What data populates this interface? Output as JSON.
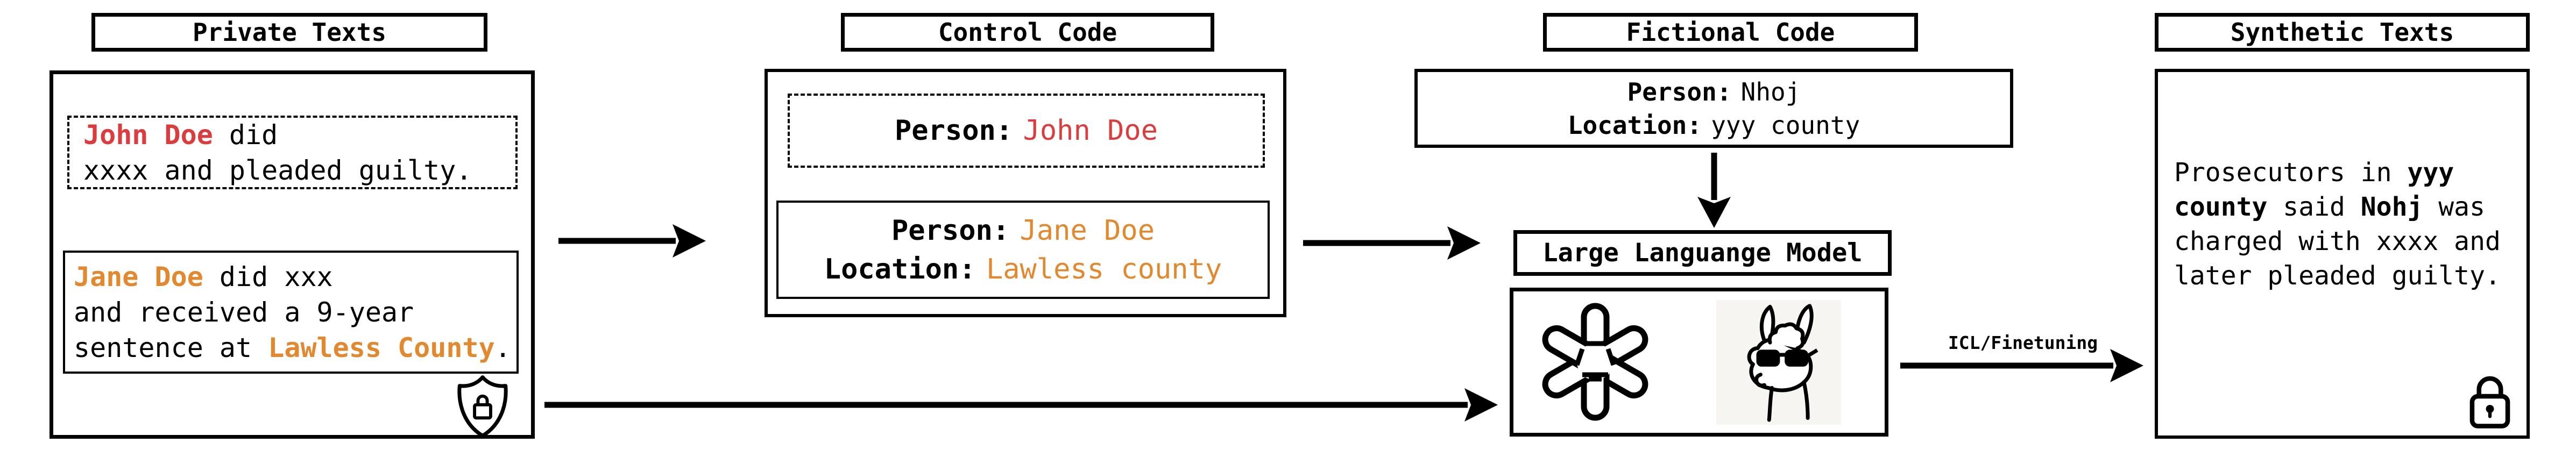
{
  "colors": {
    "accent_red": "#db3d3f",
    "accent_orange": "#e2882f",
    "ink": "#000000"
  },
  "private_texts": {
    "title": "Private Texts",
    "doc1": {
      "person": "John Doe",
      "line1_rest": " did",
      "line2": "xxxx and pleaded guilty."
    },
    "doc2": {
      "person": "Jane Doe",
      "line1_rest": " did xxx",
      "line2": "and received a 9-year",
      "line3_prefix": "sentence at ",
      "line3_highlight": "Lawless County",
      "line3_suffix": "."
    }
  },
  "control_code": {
    "title": "Control Code",
    "code1": {
      "person_label": "Person:",
      "person_value": "John Doe"
    },
    "code2": {
      "person_label": "Person:",
      "person_value": "Jane Doe",
      "location_label": "Location:",
      "location_value": "Lawless county"
    }
  },
  "fictional_code": {
    "title": "Fictional Code",
    "person_label": "Person:",
    "person_value": "Nhoj",
    "location_label": "Location:",
    "location_value": "yyy county"
  },
  "llm": {
    "label": "Large Languange Model",
    "icons": [
      "openai-logo-icon",
      "llama-sunglasses-icon"
    ]
  },
  "transfer_arrow": {
    "label": "ICL/Finetuning"
  },
  "synthetic_texts": {
    "title": "Synthetic Texts",
    "segments": [
      {
        "text": "Prosecutors in ",
        "bold": false
      },
      {
        "text": "yyy county",
        "bold": true
      },
      {
        "text": " said ",
        "bold": false
      },
      {
        "text": "Nohj",
        "bold": true
      },
      {
        "text": " was charged with xxxx and later pleaded guilty.",
        "bold": false
      }
    ]
  },
  "icon_names": {
    "privacy_badge": "shield-lock-icon",
    "synthetic_badge": "lock-icon"
  }
}
